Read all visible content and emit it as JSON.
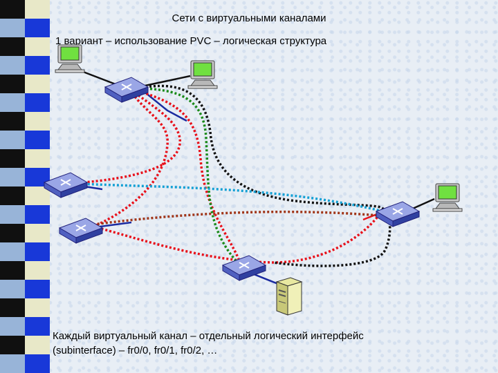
{
  "title": "Сети с виртуальными каналами",
  "subtitle": "1 вариант – использование PVC – логическая структура",
  "footer_line1": "Каждый виртуальный канал – отдельный логический интерфейс",
  "footer_line2": "(subinterface) – fr0/0, fr0/1, fr0/2, …",
  "colors": {
    "red": "#e8101a",
    "green": "#1a8a1a",
    "black": "#111111",
    "cyan": "#14a0d4",
    "brown": "#a0361a",
    "blue": "#1a2aa0"
  },
  "icons": [
    "router-icon",
    "computer-icon",
    "server-icon"
  ]
}
